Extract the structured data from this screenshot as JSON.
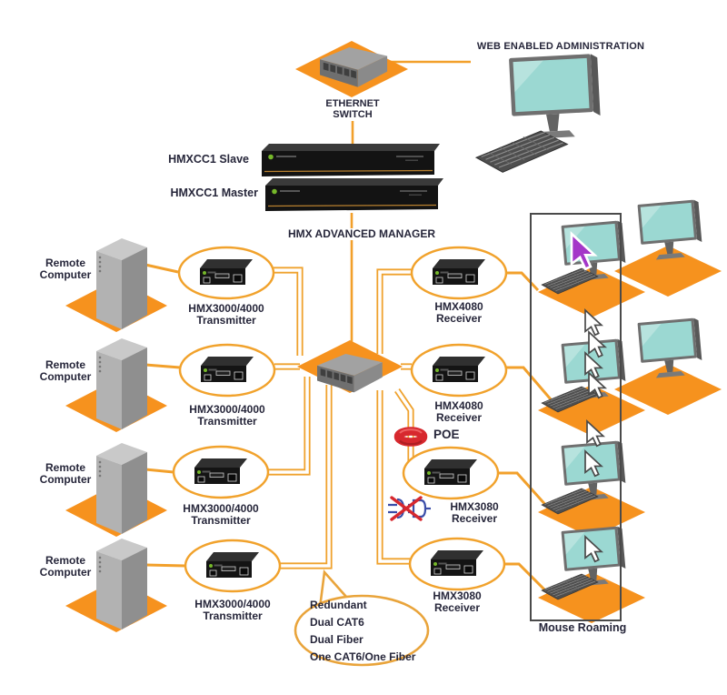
{
  "header": {
    "web_admin": "WEB ENABLED ADMINISTRATION",
    "ethernet_switch": {
      "line1": "ETHERNET",
      "line2": "SWITCH"
    },
    "hmxcc1_slave": "HMXCC1 Slave",
    "hmxcc1_master": "HMXCC1 Master",
    "advanced_manager": "HMX ADVANCED MANAGER"
  },
  "left_column": {
    "computers": [
      {
        "line1": "Remote",
        "line2": "Computer"
      },
      {
        "line1": "Remote",
        "line2": "Computer"
      },
      {
        "line1": "Remote",
        "line2": "Computer"
      },
      {
        "line1": "Remote",
        "line2": "Computer"
      }
    ],
    "transmitters": [
      {
        "model": "HMX3000/4000",
        "role": "Transmitter"
      },
      {
        "model": "HMX3000/4000",
        "role": "Transmitter"
      },
      {
        "model": "HMX3000/4000",
        "role": "Transmitter"
      },
      {
        "model": "HMX3000/4000",
        "role": "Transmitter"
      }
    ]
  },
  "right_column": {
    "receivers": [
      {
        "model": "HMX4080",
        "role": "Receiver"
      },
      {
        "model": "HMX4080",
        "role": "Receiver"
      },
      {
        "model": "HMX3080",
        "role": "Receiver"
      },
      {
        "model": "HMX3080",
        "role": "Receiver"
      }
    ],
    "mouse_roaming": "Mouse Roaming"
  },
  "annotations": {
    "poe": "POE",
    "callout": [
      "Redundant",
      "Dual CAT6",
      "Dual Fiber",
      "One CAT6/One Fiber"
    ]
  },
  "colors": {
    "platform_orange": "#F6921E",
    "wire_orange": "#EFA22E",
    "screen_teal": "#9BD8D2",
    "poe_red": "#D7282E",
    "plug_blue": "#3A4DA8",
    "cursor_purple": "#A437C8",
    "label_text": "#26263A"
  }
}
